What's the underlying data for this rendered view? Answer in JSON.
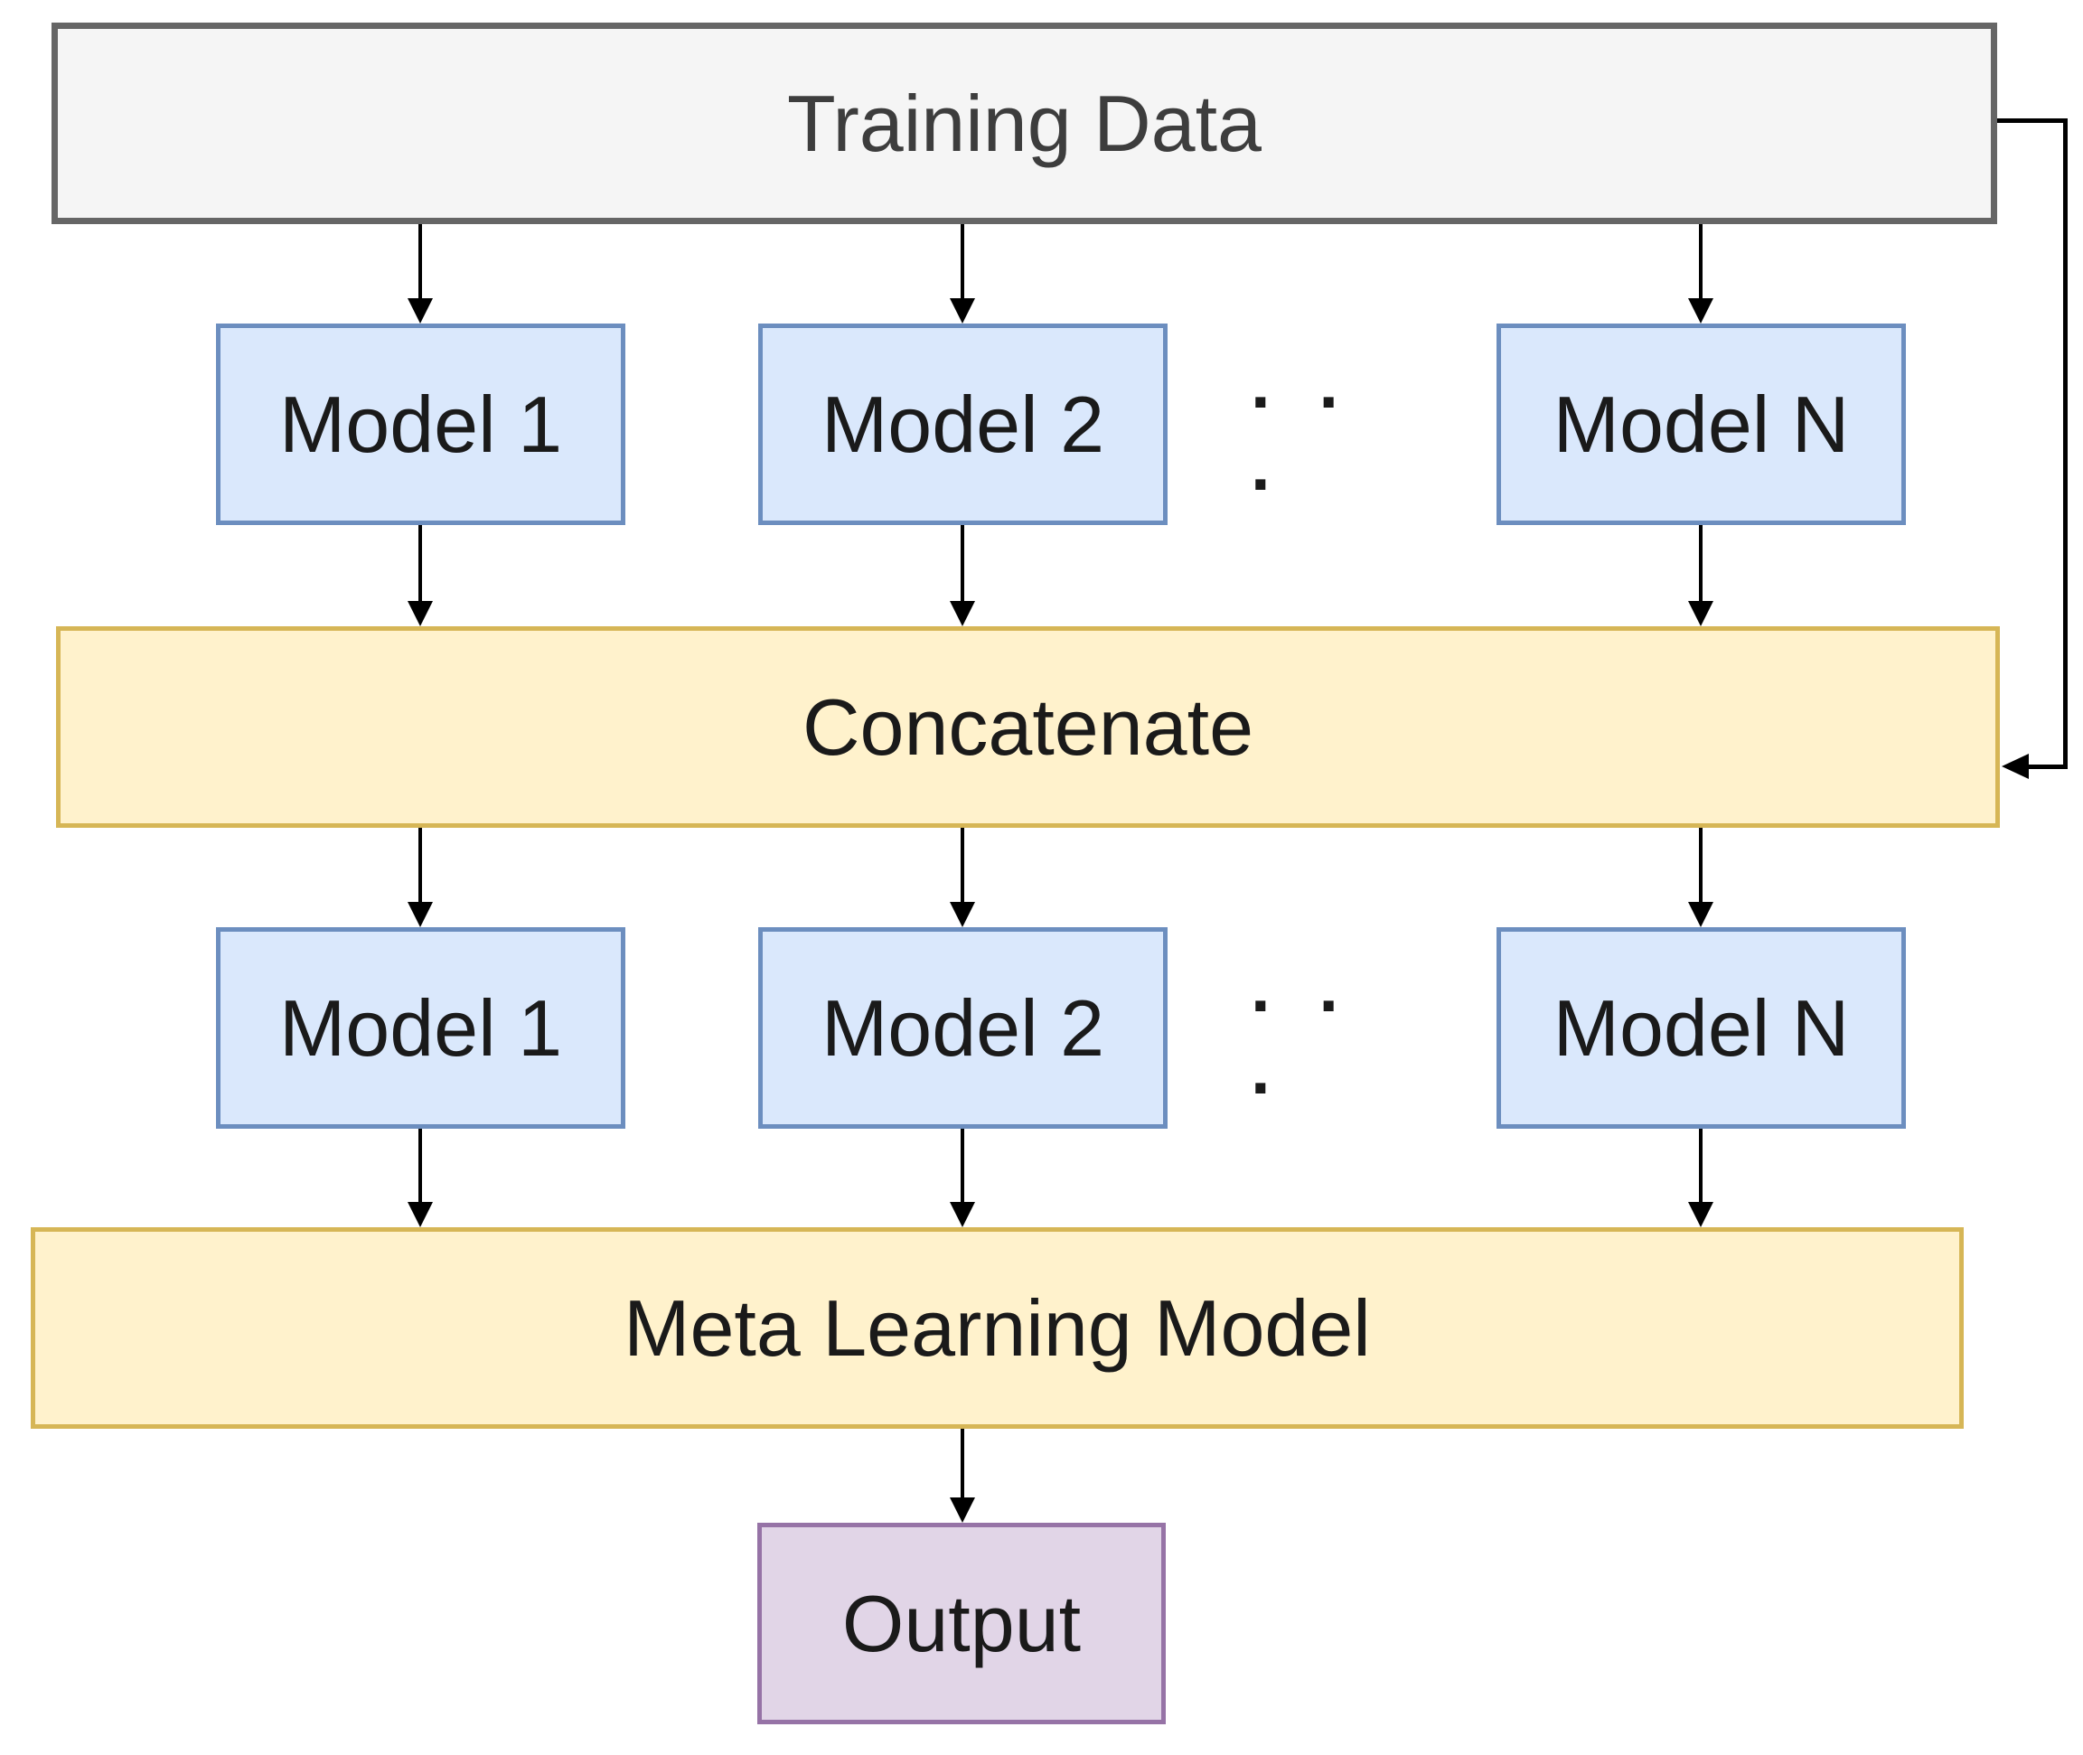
{
  "diagram": {
    "type": "flowchart",
    "description": "Stacking ensemble / meta-learning model architecture",
    "nodes": {
      "training_data": {
        "label": "Training Data"
      },
      "models_top": {
        "model_1": "Model 1",
        "model_2": "Model 2",
        "ellipsis": ". . .",
        "model_n": "Model N"
      },
      "concatenate": {
        "label": "Concatenate"
      },
      "models_bottom": {
        "model_1": "Model 1",
        "model_2": "Model 2",
        "ellipsis": ". . .",
        "model_n": "Model N"
      },
      "meta_learning_model": {
        "label": "Meta Learning Model"
      },
      "output": {
        "label": "Output"
      }
    },
    "edges": [
      "Training Data -> Model 1 (top)",
      "Training Data -> Model 2 (top)",
      "Training Data -> Model N (top)",
      "Training Data -> Concatenate (right-side skip connection)",
      "Model 1 (top) -> Concatenate",
      "Model 2 (top) -> Concatenate",
      "Model N (top) -> Concatenate",
      "Concatenate -> Model 1 (bottom)",
      "Concatenate -> Model 2 (bottom)",
      "Concatenate -> Model N (bottom)",
      "Model 1 (bottom) -> Meta Learning Model",
      "Model 2 (bottom) -> Meta Learning Model",
      "Model N (bottom) -> Meta Learning Model",
      "Meta Learning Model -> Output"
    ],
    "colors": {
      "background": "#ffffff",
      "text": "#1a1a1a",
      "arrow": "#000000",
      "gray_fill": "#f5f5f5",
      "gray_border": "#666666",
      "gray_text": "#3d3d3d",
      "blue_fill": "#dae8fc",
      "blue_border": "#6c8ebf",
      "yellow_fill": "#fff2cc",
      "yellow_border": "#d6b656",
      "purple_fill": "#e1d5e7",
      "purple_border": "#9673a6"
    }
  }
}
